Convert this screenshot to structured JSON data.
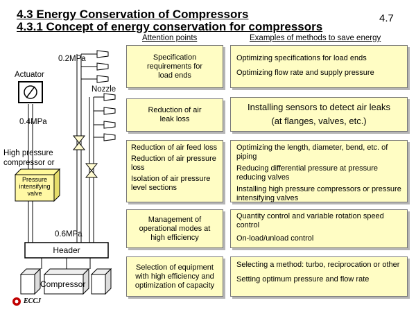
{
  "header": {
    "title1": "4.3 Energy Conservation of Compressors",
    "title2": "4.3.1 Concept of energy conservation for compressors",
    "page_number": "4.7"
  },
  "columns": {
    "attention": "Attention points",
    "examples": "Examples of methods to save energy"
  },
  "diagram": {
    "p02": "0.2MPa",
    "actuator": "Actuator",
    "nozzle": "Nozzle",
    "p04": "0.4MPa",
    "hp_label_1": "High pressure",
    "hp_label_2": "compressor or",
    "piv_1": "Pressure",
    "piv_2": "intensifying",
    "piv_3": "valve",
    "p06": "0.6MPa",
    "header": "Header",
    "compressor": "Compressor"
  },
  "attention_points": [
    {
      "lines": [
        "Specification",
        "requirements for",
        "load ends"
      ]
    },
    {
      "lines": [
        "Reduction of air",
        "leak loss"
      ]
    },
    {
      "items": [
        "Reduction of air feed loss",
        "Reduction of air pressure loss",
        "Isolation of air pressure level sections"
      ]
    },
    {
      "lines": [
        "Management of",
        "operational modes at",
        "high efficiency"
      ]
    },
    {
      "lines": [
        "Selection of equipment",
        "with high efficiency and",
        "optimization of capacity"
      ]
    }
  ],
  "examples": [
    {
      "items": [
        "Optimizing specifications for load ends",
        "Optimizing flow rate and supply pressure"
      ]
    },
    {
      "items": [
        "Installing sensors to detect air leaks",
        "(at flanges, valves, etc.)"
      ]
    },
    {
      "items": [
        "Optimizing the length, diameter, bend, etc. of piping",
        "Reducing differential pressure at pressure reducing valves",
        "Installing high pressure compressors or pressure intensifying valves"
      ]
    },
    {
      "items": [
        "Quantity control and variable rotation speed control",
        "On-load/unload control"
      ]
    },
    {
      "items": [
        "Selecting a method: turbo, reciprocation or other",
        "Setting optimum pressure and flow rate"
      ]
    }
  ],
  "footer": {
    "logo_text": "ECCJ"
  }
}
